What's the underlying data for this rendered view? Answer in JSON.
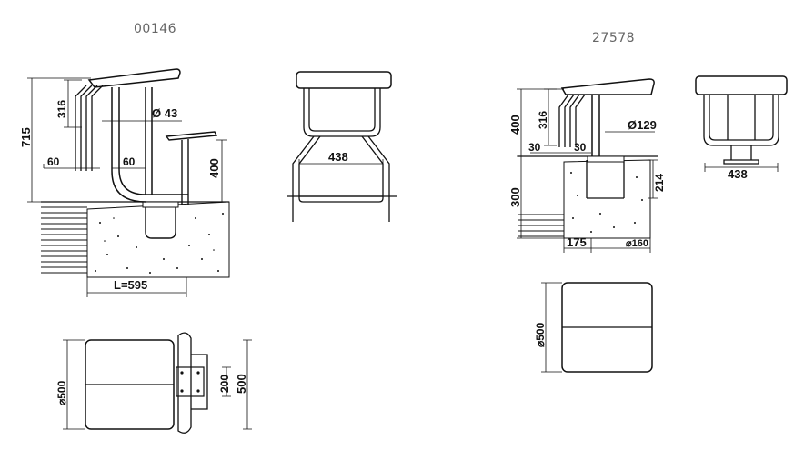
{
  "products": [
    {
      "code": "00146",
      "dimensions": {
        "total_height": "715",
        "ladder_height": "316",
        "tube_diameter": "Ø 43",
        "offset_a": "60",
        "offset_b": "60",
        "seat_height": "400",
        "length": "L=595",
        "plate_height": "200",
        "width_plan": "500",
        "seat_size": "⌀500",
        "front_width": "438"
      }
    },
    {
      "code": "27578",
      "dimensions": {
        "seat_height": "400",
        "ladder_height": "316",
        "spacing_a": "30",
        "spacing_b": "30",
        "post_diameter": "Ø129",
        "embed_depth": "300",
        "socket_depth": "214",
        "offset": "175",
        "socket_diameter": "⌀160",
        "seat_size": "⌀500",
        "front_width": "438"
      }
    }
  ],
  "colors": {
    "line": "#111111",
    "code_text": "#666666"
  }
}
